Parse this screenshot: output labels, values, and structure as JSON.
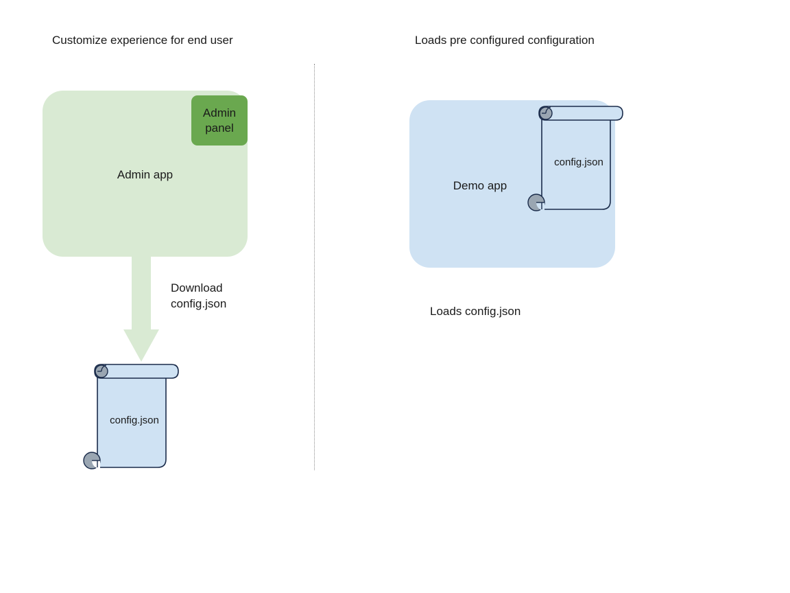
{
  "diagram": {
    "background_color": "#ffffff",
    "text_color": "#1a1a1a",
    "divider_style": "vertical-dotted-line"
  },
  "left_column": {
    "title": "Customize experience for end user",
    "app": {
      "label": "Admin app",
      "fill_color": "#d9ead3"
    },
    "panel": {
      "label": "Admin\npanel",
      "fill_color": "#6aa84f"
    },
    "arrow": {
      "label": "Download\nconfig.json",
      "fill_color": "#d9ead3",
      "direction": "down"
    },
    "document": {
      "label": "config.json",
      "fill_color": "#cfe2f3",
      "stroke_color": "#1a2b4a",
      "curl_color": "#9aa6b2"
    }
  },
  "right_column": {
    "title": "Loads pre configured configuration",
    "app": {
      "label": "Demo app",
      "fill_color": "#cfe2f3"
    },
    "document": {
      "label": "config.json",
      "fill_color": "#cfe2f3",
      "stroke_color": "#1a2b4a",
      "curl_color": "#9aa6b2"
    },
    "caption": "Loads config.json"
  }
}
